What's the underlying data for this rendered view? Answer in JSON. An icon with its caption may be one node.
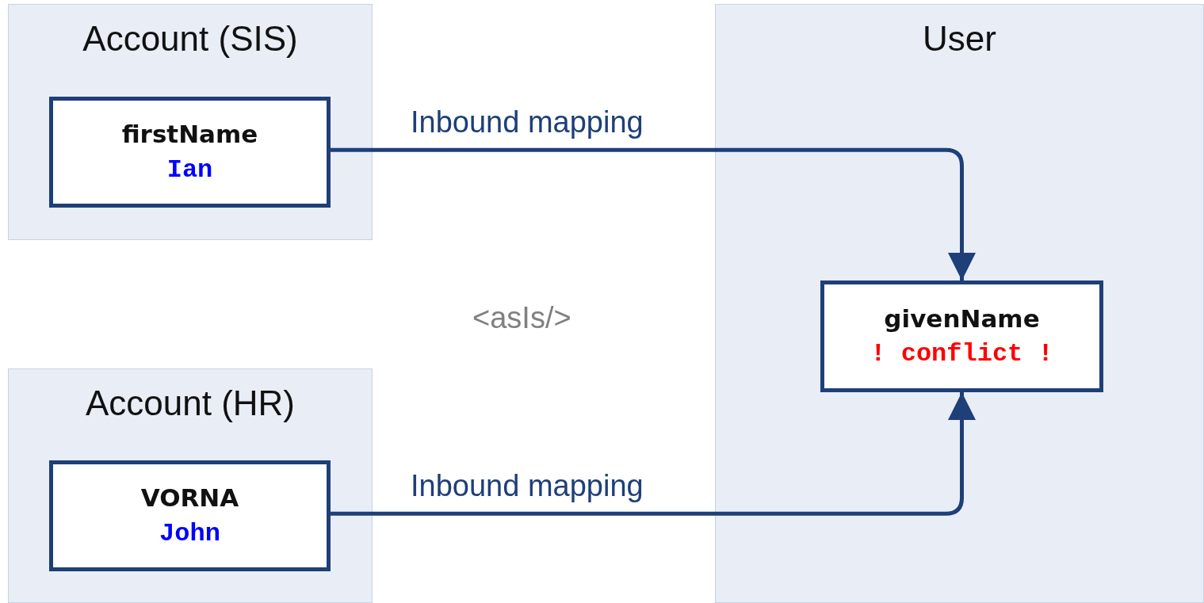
{
  "diagram": {
    "nodes": [
      {
        "text": [
          "Account (SIS)"
        ]
      },
      {
        "text": [
          "firstName",
          "Ian"
        ],
        "in": 0
      },
      {
        "text": [
          "User"
        ]
      },
      {
        "text": [
          "givenName",
          "! conflict !"
        ],
        "in": 2
      },
      {
        "text": [
          "Account (HR)"
        ]
      },
      {
        "text": [
          "VORNA",
          "John"
        ],
        "in": 4
      }
    ],
    "edges": [
      {
        "from": 1,
        "to": 3,
        "arrow": "to",
        "label": "Inbound mapping"
      },
      {
        "from": 5,
        "to": 3,
        "arrow": "to",
        "label": "Inbound mapping"
      }
    ],
    "labels": [
      "<asIs/>"
    ]
  }
}
